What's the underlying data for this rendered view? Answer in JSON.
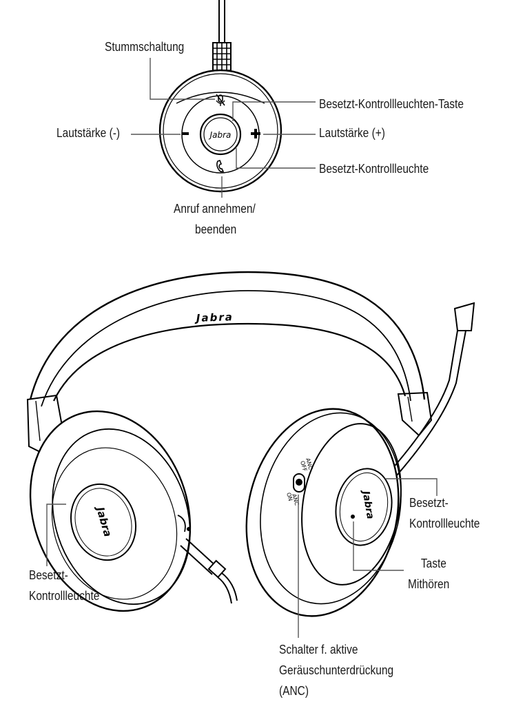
{
  "controller": {
    "brand": "Jabra",
    "labels": {
      "mute": "Stummschaltung",
      "busy_light_button": "Besetzt-Kontrollleuchten-Taste",
      "volume_down": "Lautstärke (-)",
      "volume_up": "Lautstärke (+)",
      "busy_light": "Besetzt-Kontrollleuchte",
      "answer_end_line1": "Anruf annehmen/",
      "answer_end_line2": "beenden"
    }
  },
  "headset": {
    "brand_headband": "Jabra",
    "brand_left_cup": "Jabra",
    "brand_right_cup": "Jabra",
    "switch_text": {
      "anc_top": "ANC",
      "off": "OFF",
      "on": "ON",
      "anc_bottom": "ANC"
    },
    "labels": {
      "busy_light_right_line1": "Besetzt-",
      "busy_light_right_line2": "Kontrollleuchte",
      "listen_in_line1": "Taste",
      "listen_in_line2": "Mithören",
      "busy_light_left_line1": "Besetzt-",
      "busy_light_left_line2": "Kontrollleuchte",
      "anc_switch_line1": "Schalter f. aktive",
      "anc_switch_line2": "Geräuschunterdrückung",
      "anc_switch_line3": "(ANC)"
    }
  }
}
